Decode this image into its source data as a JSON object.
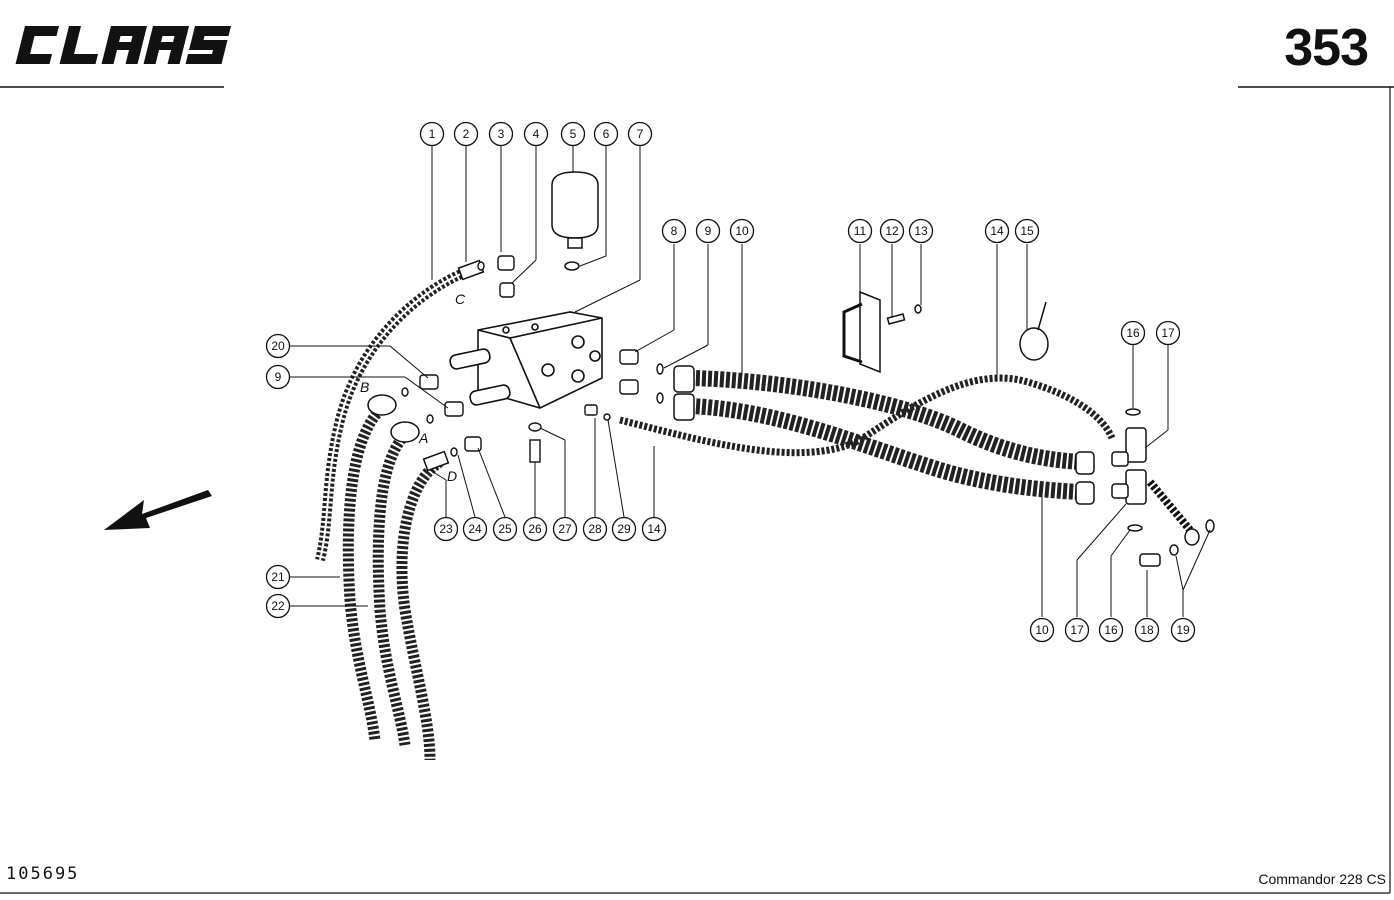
{
  "header": {
    "brand": "CLAAS",
    "page_number": "353"
  },
  "footer": {
    "document_id": "105695",
    "model": "Commandor 228 CS"
  },
  "diagram": {
    "part_numbers": [
      "1",
      "2",
      "3",
      "4",
      "5",
      "6",
      "7",
      "8",
      "9",
      "10",
      "11",
      "12",
      "13",
      "14",
      "15",
      "16",
      "17",
      "9",
      "20",
      "21",
      "22",
      "23",
      "24",
      "25",
      "26",
      "27",
      "28",
      "29",
      "14",
      "10",
      "17",
      "16",
      "18",
      "19"
    ],
    "connection_letters": [
      "C",
      "B",
      "A",
      "D"
    ],
    "icons": {
      "direction_arrow": "arrow-down-left-icon"
    }
  }
}
